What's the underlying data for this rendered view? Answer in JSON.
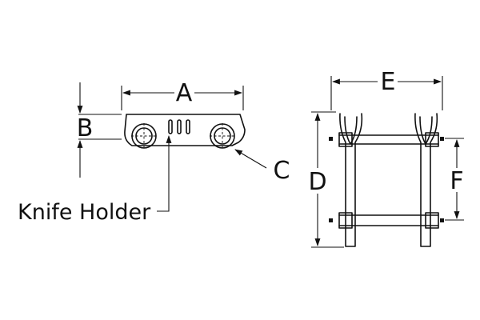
{
  "labels": {
    "a": "A",
    "b": "B",
    "c": "C",
    "d": "D",
    "e": "E",
    "f": "F",
    "knife_holder": "Knife Holder"
  }
}
